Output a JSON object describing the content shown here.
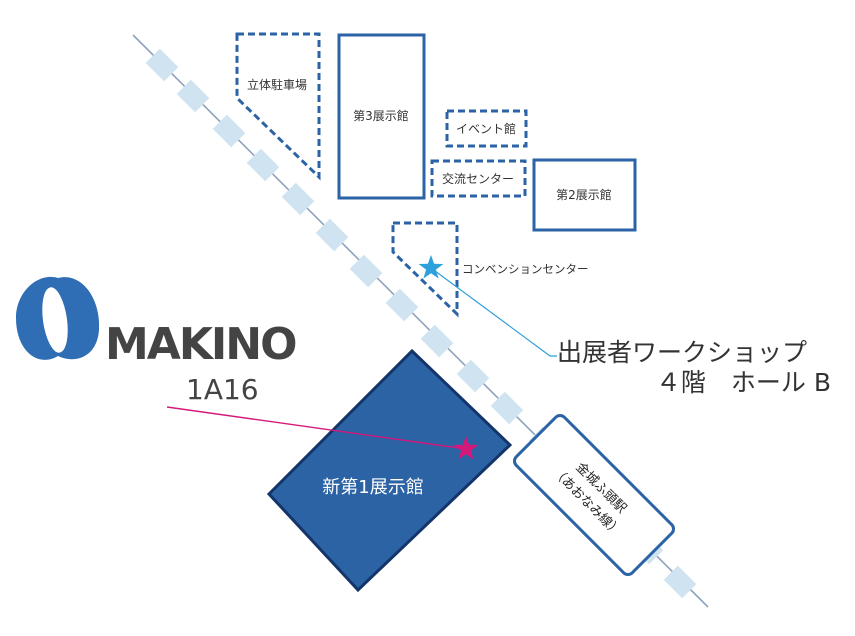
{
  "colors": {
    "track": "#8fa2bd",
    "tie": "#cfe3f1",
    "outline_blue": "#2b63a6",
    "hall_fill": "#2c63a5",
    "hall_stroke": "#14356a",
    "pink": "#d4197a",
    "star_blue": "#2ea0db",
    "logo_blue": "#2f6db5",
    "logo_text": "#444444",
    "label_text": "#333333"
  },
  "buildings": {
    "parking": "立体駐車場",
    "hall3": "第3展示館",
    "event_hall": "イベント館",
    "exchange_center": "交流センター",
    "hall2": "第2展示館",
    "convention_center": "コンベンションセンター",
    "new_hall1": "新第1展示館"
  },
  "station": {
    "name_line1": "金城ふ頭駅",
    "name_line2": "（あおなみ線）"
  },
  "workshop": {
    "line1": "出展者ワークショップ",
    "line2": "４階　ホール B"
  },
  "logo": {
    "brand": "MAKINO",
    "booth": "1A16"
  },
  "icons": {
    "booth_marker": "pink-star-icon",
    "workshop_marker": "blue-star-icon",
    "logo_mark": "makino-logo-icon"
  }
}
